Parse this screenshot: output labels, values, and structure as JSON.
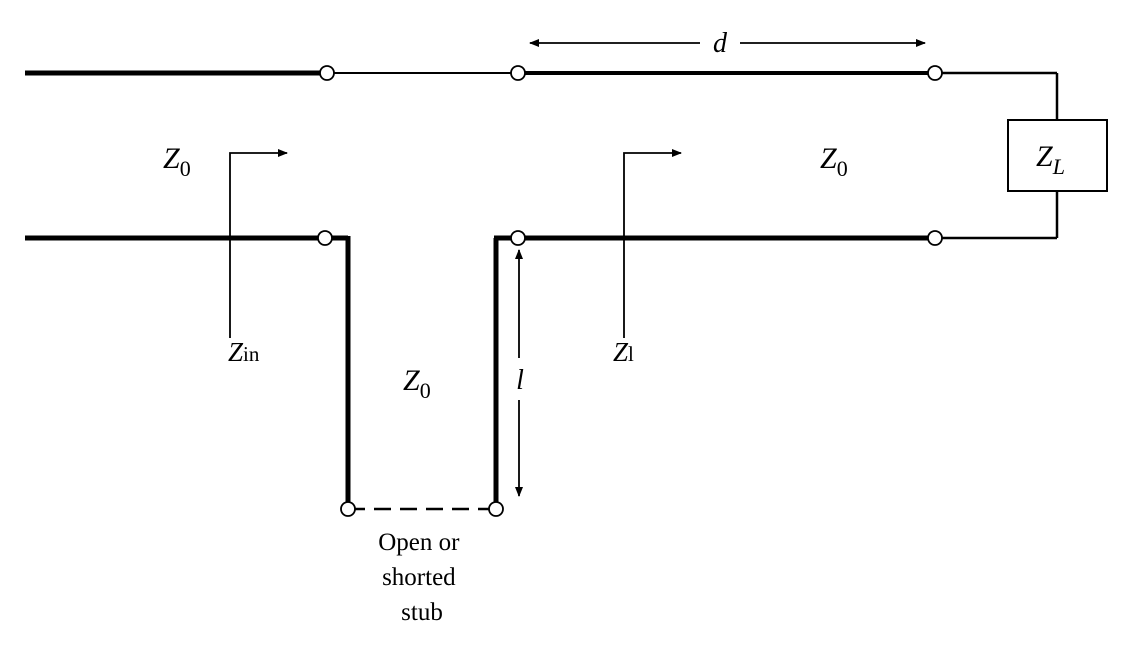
{
  "labels": {
    "z0_left": {
      "symbol": "Z",
      "sub": "0"
    },
    "z0_right": {
      "symbol": "Z",
      "sub": "0"
    },
    "z0_stub": {
      "symbol": "Z",
      "sub": "0"
    },
    "load": {
      "symbol": "Z",
      "sub": "L"
    },
    "z_in": {
      "symbol": "Z",
      "sub": "in"
    },
    "z_l": {
      "symbol": "Z",
      "sub": "l"
    },
    "distance": "d",
    "stub_length": "l",
    "stub_caption": [
      "Open or",
      "shorted",
      "stub"
    ]
  },
  "colors": {
    "line": "#000000",
    "background": "#ffffff"
  }
}
